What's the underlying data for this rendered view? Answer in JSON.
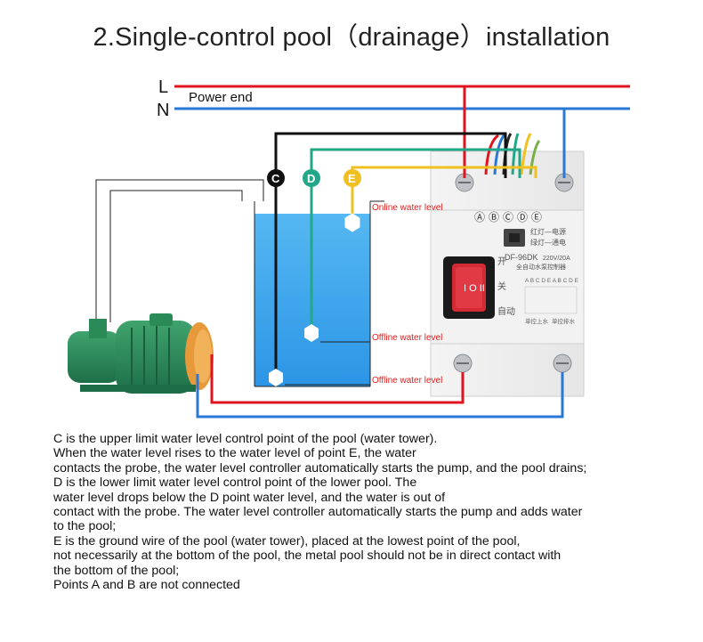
{
  "title": "2.Single-control pool（drainage）installation",
  "power": {
    "line_L": "L",
    "line_N": "N",
    "label": "Power end"
  },
  "probes": {
    "C": "C",
    "D": "D",
    "E": "E"
  },
  "levels": {
    "online": "Online water level",
    "offline_1": "Offline water level",
    "offline_2": "Offline water level"
  },
  "controller": {
    "terminals": [
      "Ⓐ",
      "Ⓑ",
      "Ⓒ",
      "Ⓓ",
      "Ⓔ"
    ],
    "model": "DF-96DK",
    "rating": "220V/20A",
    "name_cn": "全自动水泵控制器",
    "indicator_red": "红灯—电源",
    "indicator_green": "绿灯—通电",
    "switch_on": "开",
    "switch_off": "关",
    "switch_auto": "自动",
    "mode_left": "单控上水",
    "mode_right": "单控排水",
    "terminal_letters": "A B C D E  A B C D E"
  },
  "description": [
    "C is the upper limit water level control point of the pool (water tower).",
    " When the water level rises to the water level of point E, the water",
    " contacts the probe, the water level controller automatically starts the pump, and the pool drains;",
    " D is the lower limit water level control point of the lower pool. The",
    " water level drops below the D point water level, and the water is out of",
    " contact with the probe. The water level controller automatically starts the pump and adds water",
    " to the pool;",
    " E is the ground wire of the pool (water tower), placed at the lowest point of the pool,",
    " not necessarily at the bottom of the pool, the metal pool should not be in direct contact with",
    " the bottom of the pool;",
    "Points A and B are not connected"
  ],
  "colors": {
    "live": "#e0141e",
    "neutral": "#2a78d6",
    "c_wire": "#111111",
    "d_wire": "#22a889",
    "e_wire": "#f0c020",
    "water": "#3aa7ee"
  }
}
